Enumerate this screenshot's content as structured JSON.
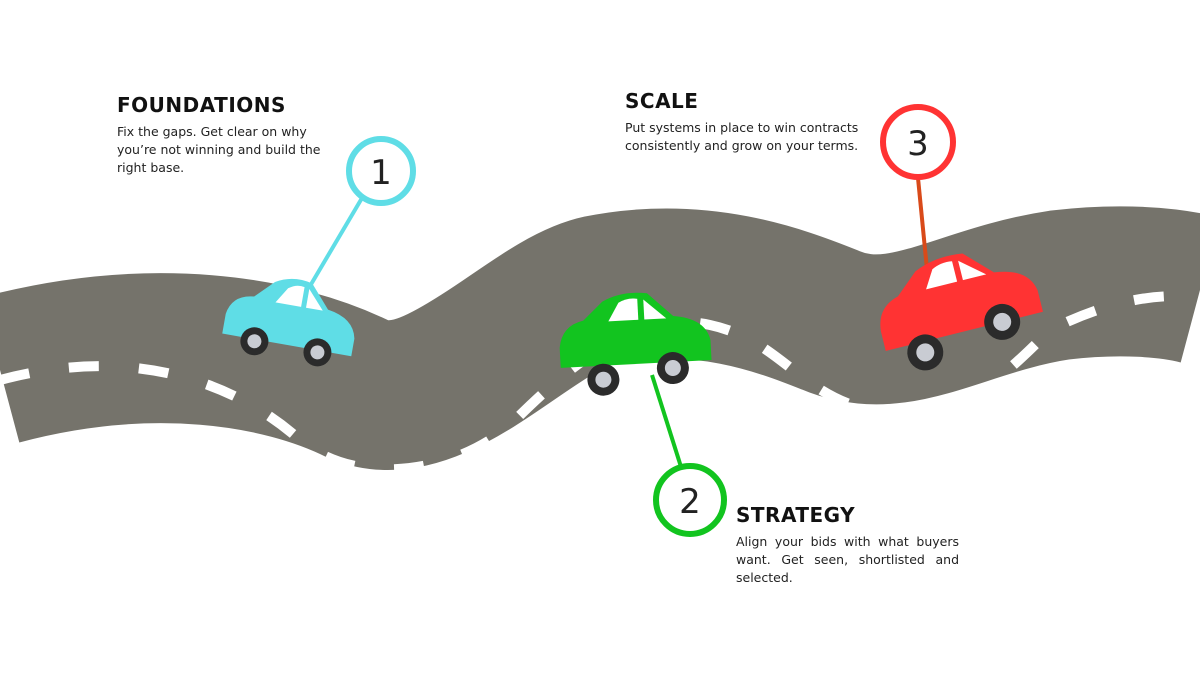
{
  "stages": [
    {
      "number": "1",
      "title": "FOUNDATIONS",
      "description": " Fix the gaps. Get clear on why you’re not winning and build the right base.",
      "color": "#5fdde6"
    },
    {
      "number": "2",
      "title": "STRATEGY",
      "description": "Align your bids with what buyers want. Get seen, shortlisted and selected.",
      "color": "#12c41f"
    },
    {
      "number": "3",
      "title": "SCALE",
      "description": "Put systems in place to win contracts consistently and grow on your terms.",
      "color": "#ff3333"
    }
  ],
  "road_color": "#75736b",
  "marking_color": "#ffffff"
}
